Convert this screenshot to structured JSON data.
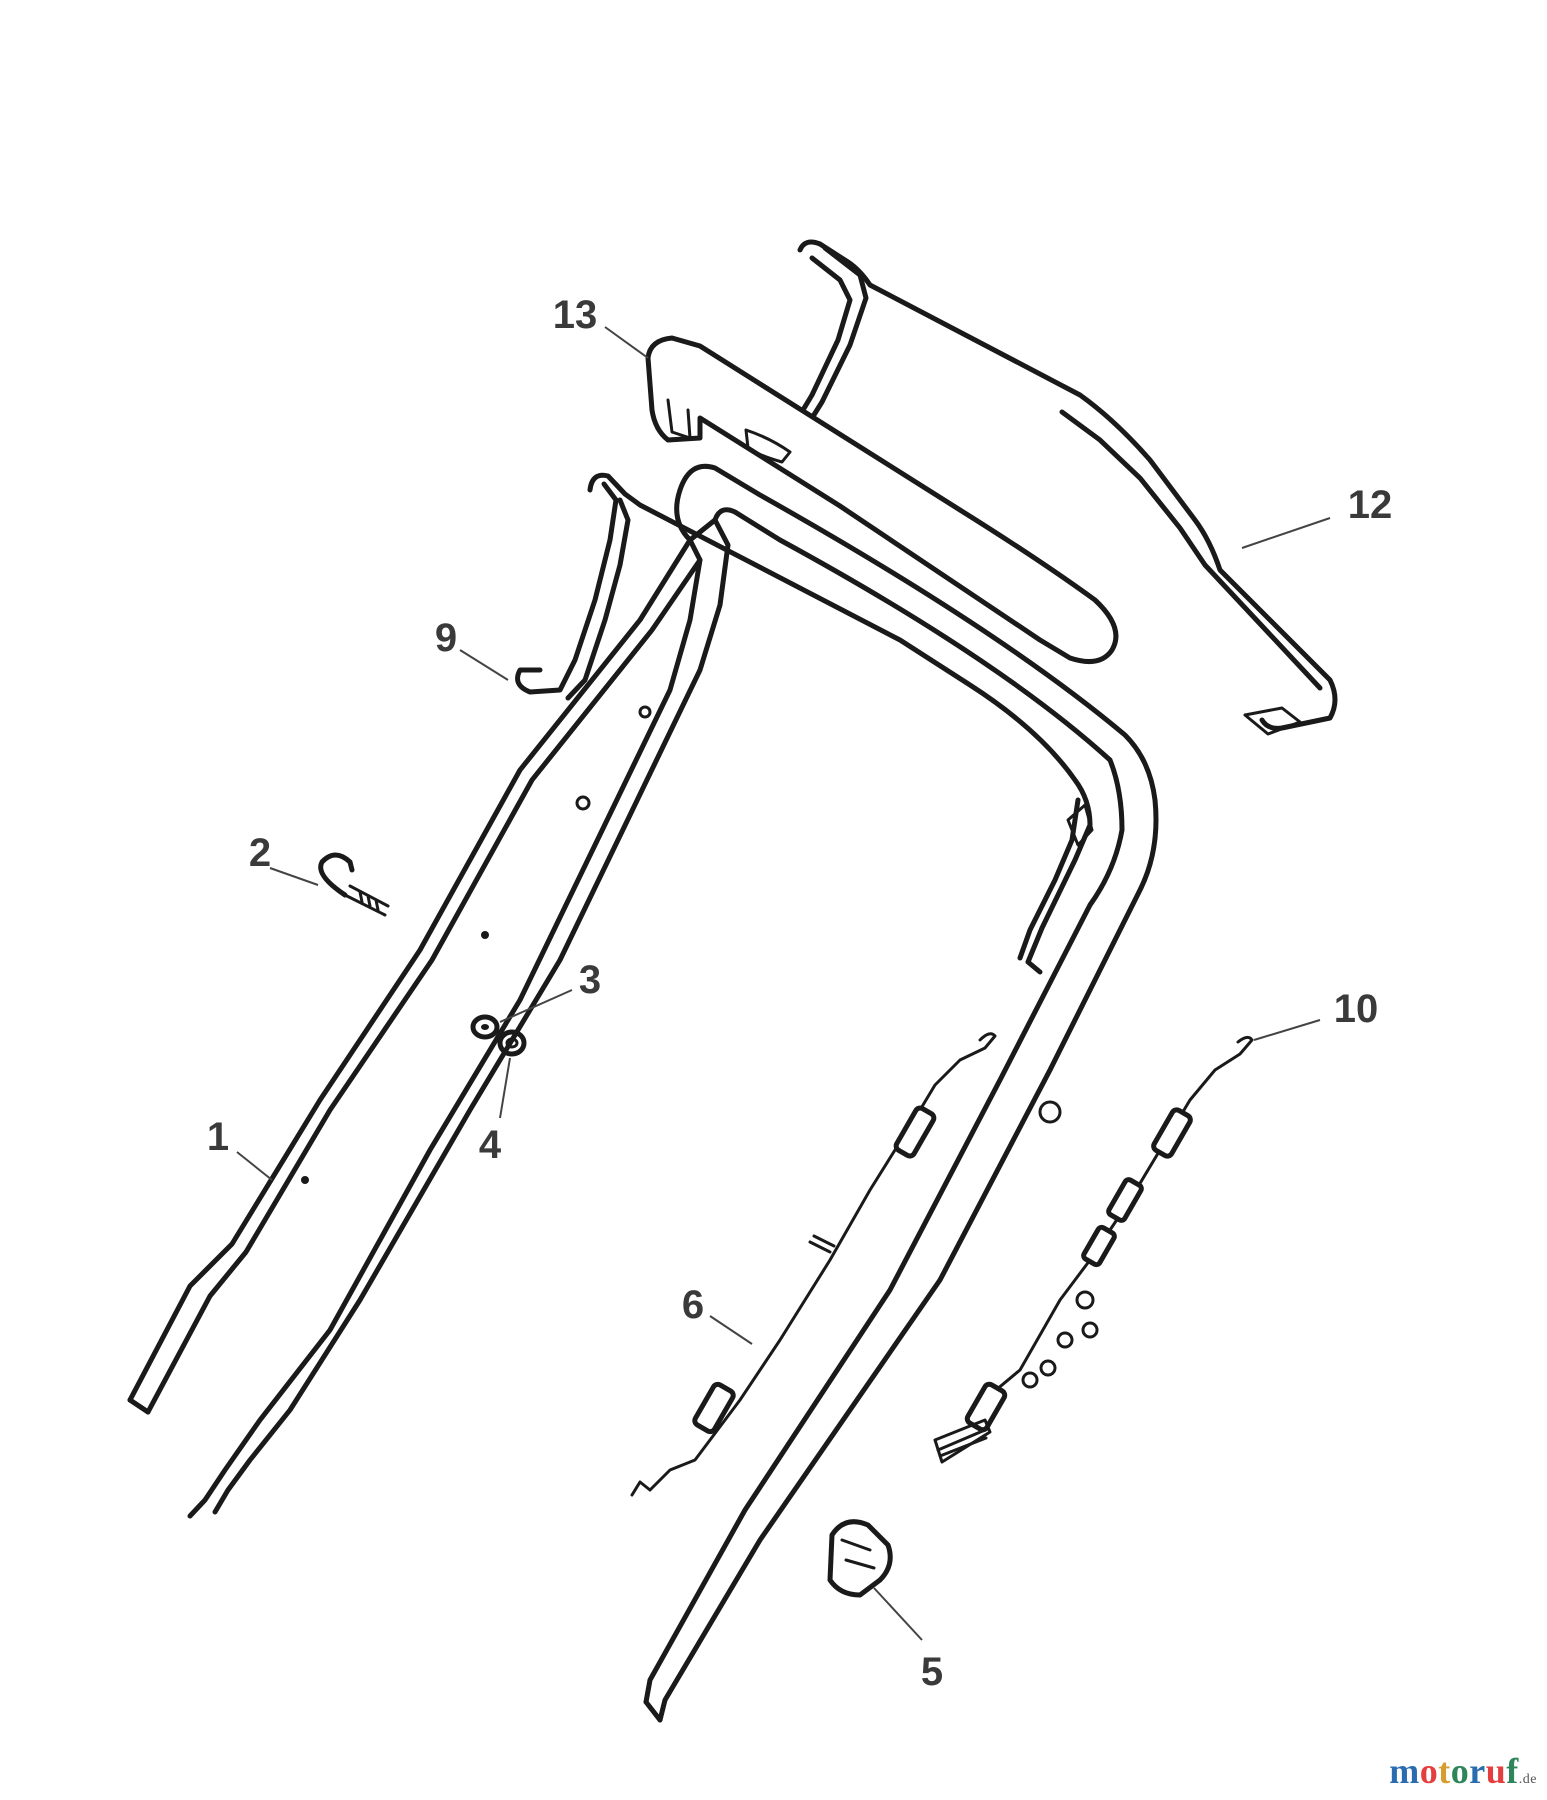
{
  "labels": {
    "p1": "1",
    "p2": "2",
    "p3": "3",
    "p4": "4",
    "p5": "5",
    "p6": "6",
    "p9": "9",
    "p10": "10",
    "p12": "12",
    "p13": "13"
  },
  "watermark": {
    "parts": [
      "m",
      "o",
      "t",
      "o",
      "r",
      "u",
      "f"
    ],
    "colors": [
      "#2b6cb0",
      "#e53e3e",
      "#d69e2e",
      "#2f855a",
      "#2b6cb0",
      "#e53e3e",
      "#2f855a"
    ],
    "suffix": ".de"
  },
  "colors": {
    "line": "#1a1a1a",
    "label": "#3a3a3a"
  }
}
